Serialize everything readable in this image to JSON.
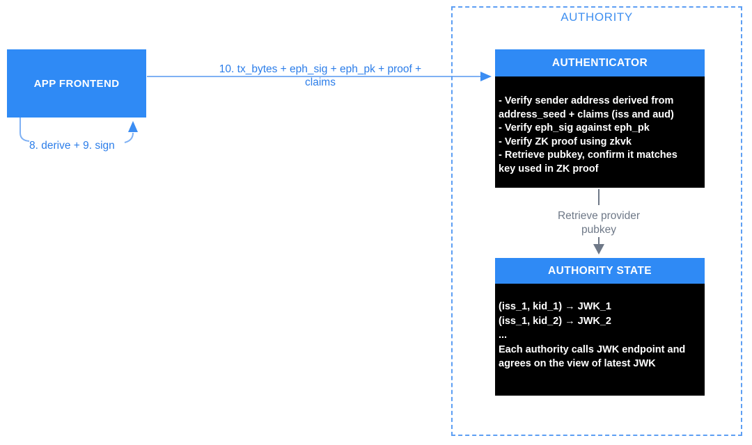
{
  "colors": {
    "box_blue": "#2F8AF5",
    "text_blue": "#2B7DE9",
    "authority_label_blue": "#4090F0",
    "line_blue": "#7FB1F4",
    "head_blue": "#3B8DF3",
    "dash_blue": "#5C9EF3",
    "gray": "#6E7887",
    "panel_black": "#000000"
  },
  "nodes": {
    "app_frontend": {
      "label": "APP FRONTEND"
    },
    "authority_container": {
      "label": "AUTHORITY"
    },
    "authenticator": {
      "title": "AUTHENTICATOR",
      "body": "- Verify sender address derived from\naddress_seed + claims (iss and aud)\n- Verify eph_sig against eph_pk\n- Verify ZK proof using zkvk\n- Retrieve pubkey, confirm it matches\nkey used in ZK proof"
    },
    "authority_state": {
      "title": "AUTHORITY STATE",
      "body": "(iss_1, kid_1) → JWK_1\n(iss_1, kid_2) → JWK_2\n...\nEach authority calls JWK endpoint and\nagrees on the view of latest JWK"
    }
  },
  "edges": {
    "frontend_to_authenticator": {
      "label": "10. tx_bytes + eph_sig + eph_pk + proof +\nclaims"
    },
    "derive_sign_loop": {
      "label": "8. derive + 9. sign"
    },
    "authenticator_to_state": {
      "label": "Retrieve provider\npubkey"
    }
  }
}
